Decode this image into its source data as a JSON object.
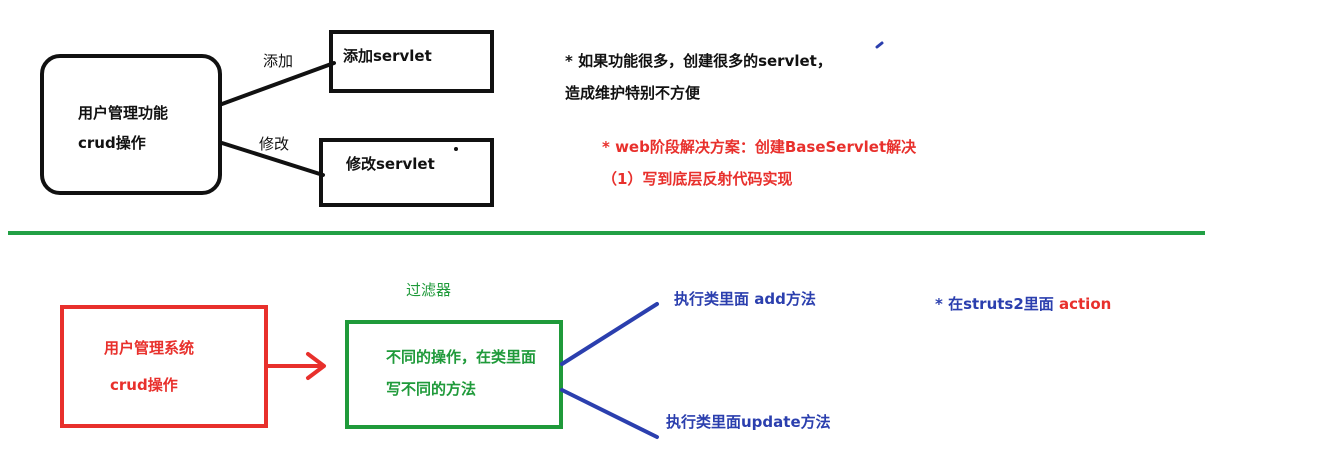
{
  "colors": {
    "black": "#111111",
    "red": "#e8302c",
    "blue": "#2b3fae",
    "green": "#1f9a3a",
    "divider": "#22a045"
  },
  "top": {
    "main_box": {
      "line1": "用户管理功能",
      "line2": "crud操作"
    },
    "edge_add": "添加",
    "edge_edit": "修改",
    "add_box": "添加servlet",
    "edit_box": "修改servlet",
    "note": {
      "line1": "* 如果功能很多，创建很多的servlet，",
      "line2": "造成维护特别不方便"
    },
    "solution": {
      "line1": "* web阶段解决方案：创建BaseServlet解决",
      "line2": "（1）写到底层反射代码实现"
    }
  },
  "bottom": {
    "system_box": {
      "line1": "用户管理系统",
      "line2": "crud操作"
    },
    "filter_label": "过滤器",
    "filter_box": {
      "line1": "不同的操作，在类里面",
      "line2": "写不同的方法"
    },
    "exec_add": "执行类里面 add方法",
    "exec_update": "执行类里面update方法",
    "struts_note": {
      "prefix": "* 在struts2里面 ",
      "keyword": "action"
    }
  }
}
